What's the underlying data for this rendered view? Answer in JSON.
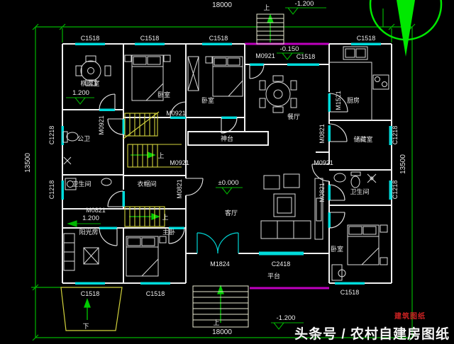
{
  "dims": {
    "width_top": "18000",
    "width_bottom": "18000",
    "height_left": "13500",
    "height_right": "13500"
  },
  "levels": {
    "minus_1200": "-1.200",
    "minus_0150": "-0.150",
    "zero": "±0.000",
    "plus_1200": "1.200"
  },
  "openings": {
    "c1518": "C1518",
    "c1218": "C1218",
    "c2418": "C2418",
    "m0821": "M0821",
    "m0921": "M0921",
    "m1521": "M1521",
    "m1824": "M1824"
  },
  "rooms": {
    "chess_room": "棋牌室",
    "bedroom": "卧室",
    "dining_room": "餐厅",
    "kitchen": "厨房",
    "storage_room": "储藏室",
    "bathroom": "卫生间",
    "guest_toilet": "公卫",
    "cloak_room": "衣帽间",
    "sun_room": "阳光房",
    "master_bedroom": "主卧",
    "living_room": "客厅",
    "altar": "神台",
    "platform": "平台"
  },
  "stair_text": {
    "up": "上",
    "down": "下"
  },
  "watermark": {
    "brand": "头条号 / 农村自建房图纸",
    "stamp": "建筑图纸"
  },
  "colors": {
    "background": "#000000",
    "wall": "#f0f0f0",
    "window": "#00dcdc",
    "dimension": "#00b400",
    "stair": "#d2d23c",
    "terrace_edge": "#bf00bf",
    "tree": "#00e800",
    "stamp_red": "#cc2222"
  }
}
